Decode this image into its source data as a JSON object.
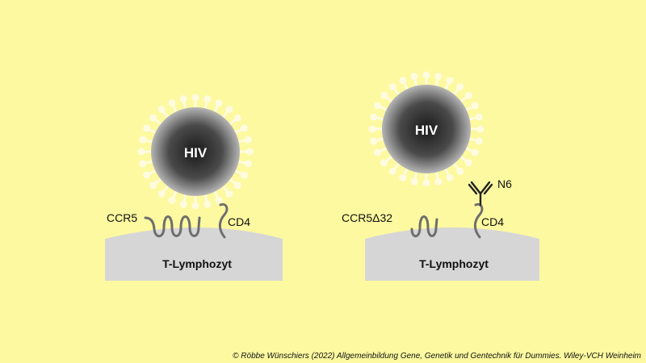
{
  "left_panel": {
    "virus_label": "HIV",
    "receptor_label": "CCR5",
    "coreceptor_label": "CD4",
    "cell_label": "T-Lymphozyt"
  },
  "right_panel": {
    "virus_label": "HIV",
    "receptor_label": "CCR5Δ32",
    "coreceptor_label": "CD4",
    "antibody_label": "N6",
    "cell_label": "T-Lymphozyt"
  },
  "copyright": "© Röbbe Wünschiers (2022) Allgemeinbildung Gene, Genetik und Gentechnik für Dummies. Wiley-VCH Weinheim",
  "colors": {
    "background": "#fdf9a0",
    "cell": "#d6d6d6",
    "receptor": "#6e6e6e",
    "spike": "#fffbe0",
    "virus_core": "#4a4a4a"
  }
}
